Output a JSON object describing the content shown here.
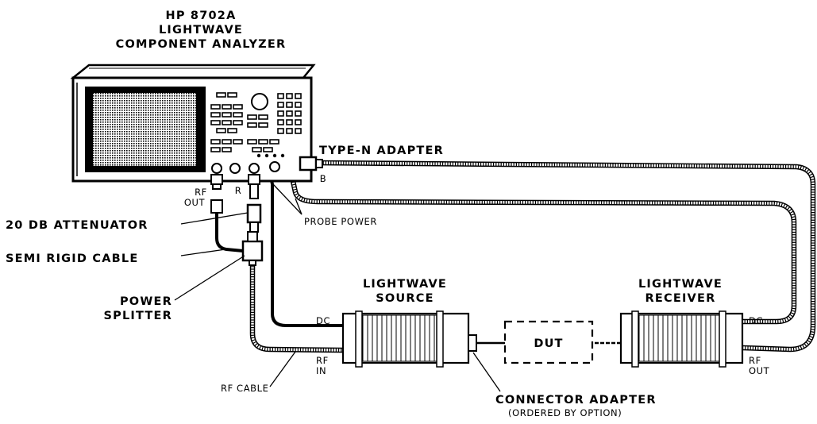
{
  "analyzer": {
    "title_line1": "HP 8702A",
    "title_line2": "LIGHTWAVE",
    "title_line3": "COMPONENT ANALYZER"
  },
  "ports": {
    "rf_out_line1": "RF",
    "rf_out_line2": "OUT",
    "r": "R",
    "b": "B"
  },
  "callouts": {
    "type_n_adapter": "TYPE-N ADAPTER",
    "attenuator": "20 DB ATTENUATOR",
    "semi_rigid_cable": "SEMI RIGID CABLE",
    "power_splitter_line1": "POWER",
    "power_splitter_line2": "SPLITTER",
    "probe_power": "PROBE POWER",
    "rf_cable": "RF CABLE",
    "connector_adapter": "CONNECTOR ADAPTER",
    "connector_adapter_note": "(ORDERED BY OPTION)"
  },
  "source": {
    "title_line1": "LIGHTWAVE",
    "title_line2": "SOURCE",
    "dc": "DC",
    "rf_in_line1": "RF",
    "rf_in_line2": "IN"
  },
  "dut": {
    "label": "DUT"
  },
  "receiver": {
    "title_line1": "LIGHTWAVE",
    "title_line2": "RECEIVER",
    "dc": "DC",
    "rf_out_line1": "RF",
    "rf_out_line2": "OUT"
  }
}
